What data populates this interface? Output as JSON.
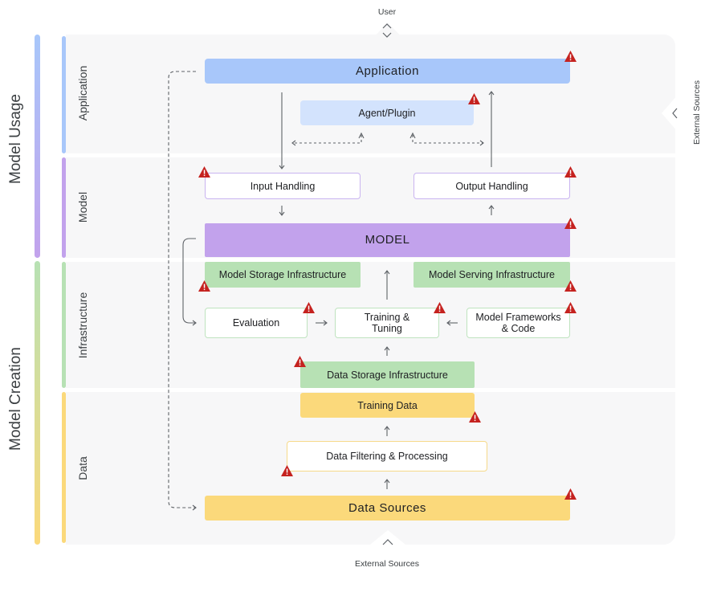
{
  "top_label": "User",
  "bottom_label": "External Sources",
  "right_label": "External Sources",
  "sections": {
    "model_usage": "Model Usage",
    "model_creation": "Model Creation"
  },
  "bands": {
    "application": "Application",
    "model": "Model",
    "infrastructure": "Infrastructure",
    "data": "Data"
  },
  "nodes": {
    "application": "Application",
    "agent_plugin": "Agent/Plugin",
    "input_handling": "Input Handling",
    "output_handling": "Output Handling",
    "model": "MODEL",
    "model_storage": "Model Storage Infrastructure",
    "model_serving": "Model Serving Infrastructure",
    "evaluation": "Evaluation",
    "training_tuning_1": "Training &",
    "training_tuning_2": "Tuning",
    "frameworks_1": "Model Frameworks",
    "frameworks_2": "& Code",
    "data_storage": "Data Storage Infrastructure",
    "training_data": "Training Data",
    "data_filtering": "Data Filtering & Processing",
    "data_sources": "Data Sources"
  },
  "colors": {
    "usage_bar": "#a8c7fa",
    "creation_bar": "#b7e1b4",
    "warning": "#c5221f"
  },
  "icons": [
    "warning-icon",
    "chevron-up-icon",
    "chevron-down-icon",
    "chevron-left-icon"
  ]
}
